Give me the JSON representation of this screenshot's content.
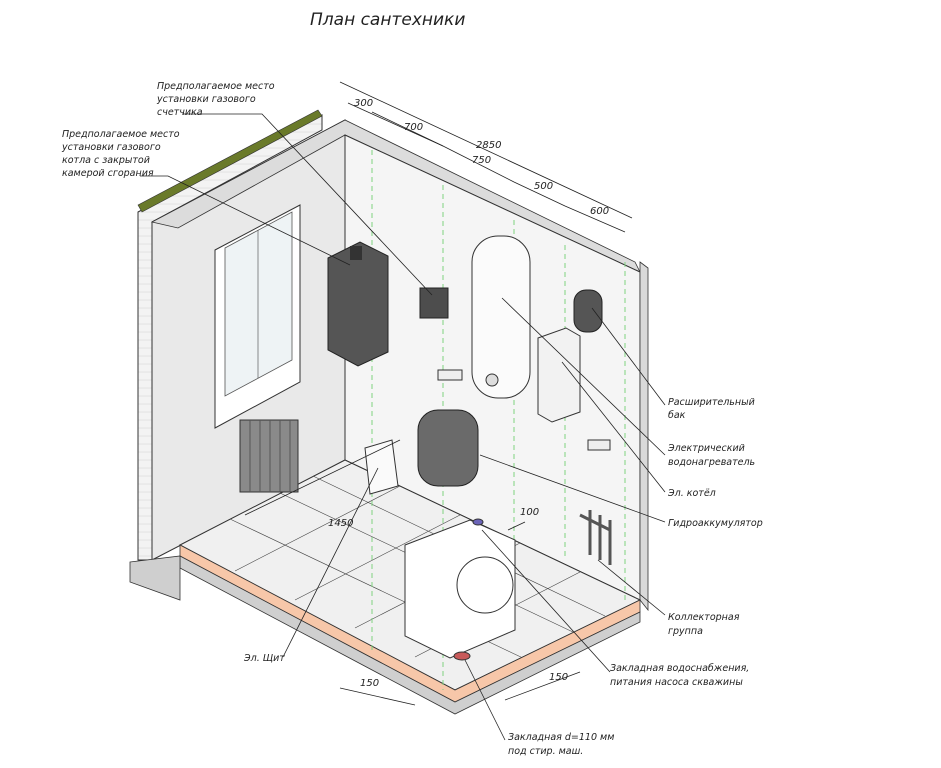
{
  "title": "План сантехники",
  "labels": {
    "meter": [
      "Предполагаемое место",
      "установки газового",
      "счетчика"
    ],
    "boiler_place": [
      "Предполагаемое место",
      "установки газового",
      "котла с закрытой",
      "камерой сгорания"
    ],
    "expansion_tank": [
      "Расширительный",
      "бак"
    ],
    "water_heater": [
      "Электрический",
      "водонагреватель"
    ],
    "el_boiler": "Эл. котёл",
    "hydro_accumulator": "Гидроаккумулятор",
    "collector": [
      "Коллекторная",
      "группа"
    ],
    "water_inlet": [
      "Закладная водоснабжения,",
      "питания насоса скважины"
    ],
    "drain_inlet": [
      "Закладная d=110 мм",
      "под стир. маш."
    ],
    "el_panel": "Эл. Щит"
  },
  "dimensions": {
    "d300": "300",
    "d700": "700",
    "d2850": "2850",
    "d750": "750",
    "d500": "500",
    "d600": "600",
    "d100": "100",
    "d1450": "1450",
    "d150a": "150",
    "d150b": "150"
  }
}
